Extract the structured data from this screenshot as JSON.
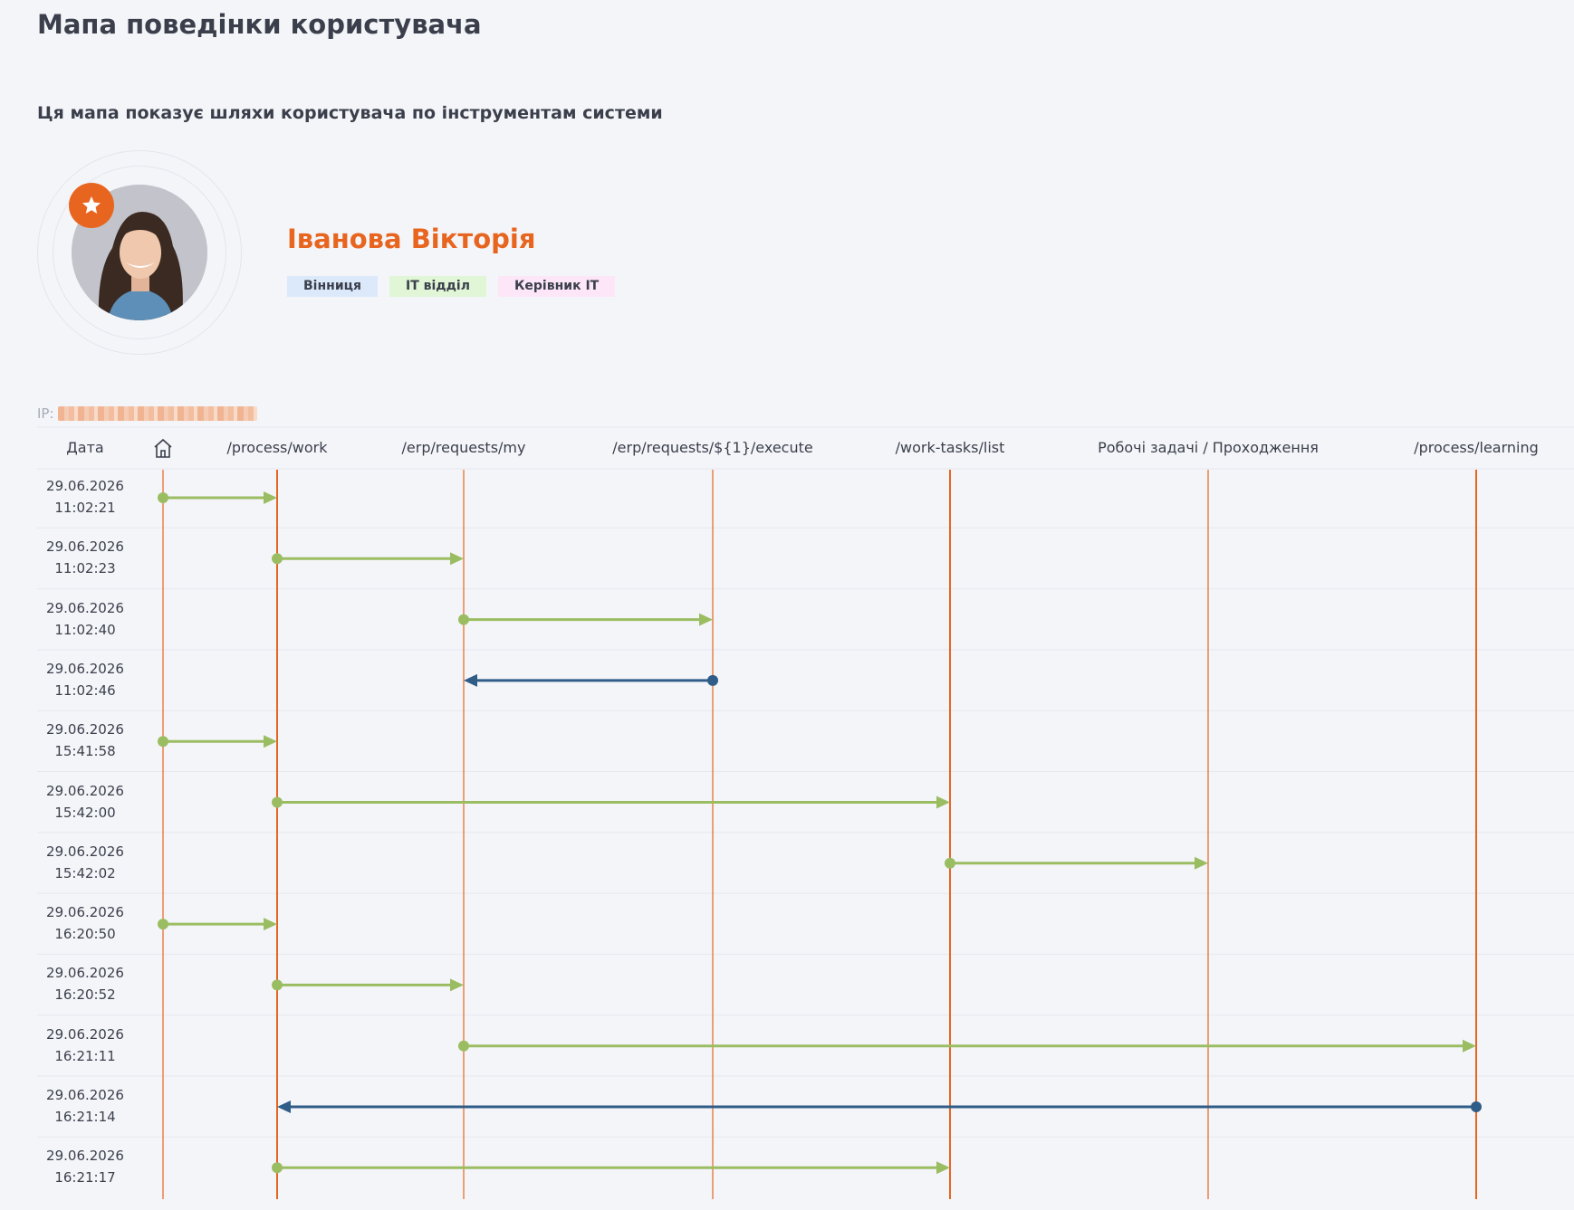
{
  "page": {
    "title": "Мапа поведінки користувача",
    "subtitle": "Ця мапа показує шляхи користувача по інструментам системи"
  },
  "user": {
    "name": "Іванова Вікторія",
    "tags": [
      "Вінниця",
      "ІТ відділ",
      "Керівник ІТ"
    ],
    "ip_label": "IP:"
  },
  "colors": {
    "accent": "#e8651f",
    "forward": "#9bbd62",
    "back": "#2f5d88",
    "text": "#3a3f4b"
  },
  "table": {
    "date_header": "Дата",
    "columns": [
      {
        "label": "",
        "icon": "home-icon"
      },
      {
        "label": "/process/work"
      },
      {
        "label": "/erp/requests/my"
      },
      {
        "label": "/erp/requests/${1}/execute"
      },
      {
        "label": "/work-tasks/list"
      },
      {
        "label": "Робочі задачі / Проходження"
      },
      {
        "label": "/process/learning"
      }
    ],
    "rows": [
      {
        "date": "29.06.2026",
        "time": "11:02:21",
        "from": 0,
        "to": 1
      },
      {
        "date": "29.06.2026",
        "time": "11:02:23",
        "from": 1,
        "to": 2
      },
      {
        "date": "29.06.2026",
        "time": "11:02:40",
        "from": 2,
        "to": 3
      },
      {
        "date": "29.06.2026",
        "time": "11:02:46",
        "from": 3,
        "to": 2
      },
      {
        "date": "29.06.2026",
        "time": "15:41:58",
        "from": 0,
        "to": 1
      },
      {
        "date": "29.06.2026",
        "time": "15:42:00",
        "from": 1,
        "to": 4
      },
      {
        "date": "29.06.2026",
        "time": "15:42:02",
        "from": 4,
        "to": 5
      },
      {
        "date": "29.06.2026",
        "time": "16:20:50",
        "from": 0,
        "to": 1
      },
      {
        "date": "29.06.2026",
        "time": "16:20:52",
        "from": 1,
        "to": 2
      },
      {
        "date": "29.06.2026",
        "time": "16:21:11",
        "from": 2,
        "to": 6
      },
      {
        "date": "29.06.2026",
        "time": "16:21:14",
        "from": 6,
        "to": 1
      },
      {
        "date": "29.06.2026",
        "time": "16:21:17",
        "from": 1,
        "to": 4
      }
    ]
  }
}
